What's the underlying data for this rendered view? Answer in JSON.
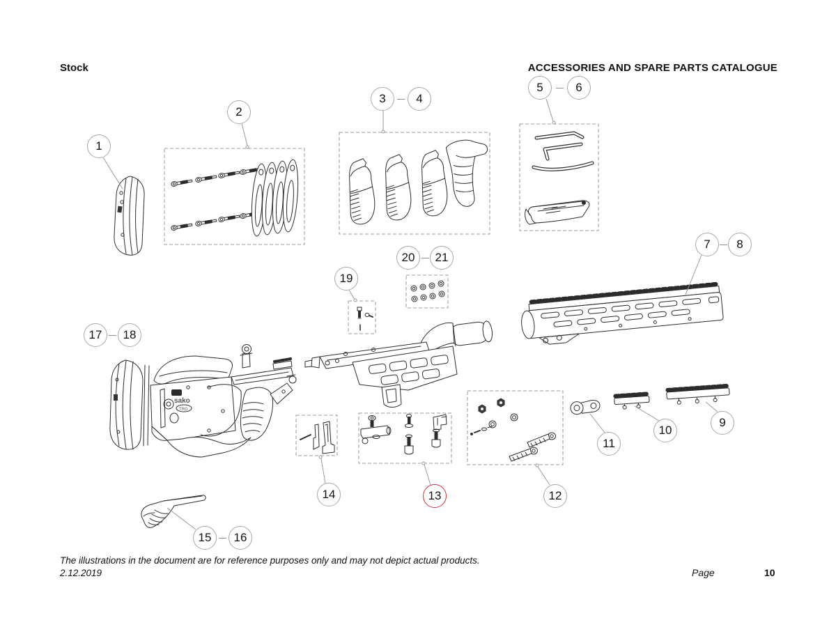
{
  "page": {
    "section_title": "Stock",
    "catalogue_title": "ACCESSORIES AND SPARE PARTS CATALOGUE",
    "disclaimer": "The illustrations in the document are for reference purposes only and may not depict actual products.",
    "date": "2.12.2019",
    "page_label": "Page",
    "page_number": "10"
  },
  "colors": {
    "highlight_red": "#c5343e",
    "callout_border": "#a8a8a8",
    "drawing_line": "#2b2b2b",
    "leader_line": "#9a9a9a"
  },
  "branding": {
    "stock_logo": "sako",
    "stock_badge": "TRG"
  },
  "callouts": [
    {
      "label": "1"
    },
    {
      "label": "2"
    },
    {
      "label": "3"
    },
    {
      "label": "4"
    },
    {
      "label": "5"
    },
    {
      "label": "6"
    },
    {
      "label": "7"
    },
    {
      "label": "8"
    },
    {
      "label": "9"
    },
    {
      "label": "10"
    },
    {
      "label": "11"
    },
    {
      "label": "12"
    },
    {
      "label": "13",
      "highlighted": true
    },
    {
      "label": "14"
    },
    {
      "label": "15"
    },
    {
      "label": "16"
    },
    {
      "label": "17"
    },
    {
      "label": "18"
    },
    {
      "label": "19"
    },
    {
      "label": "20"
    },
    {
      "label": "21"
    }
  ]
}
